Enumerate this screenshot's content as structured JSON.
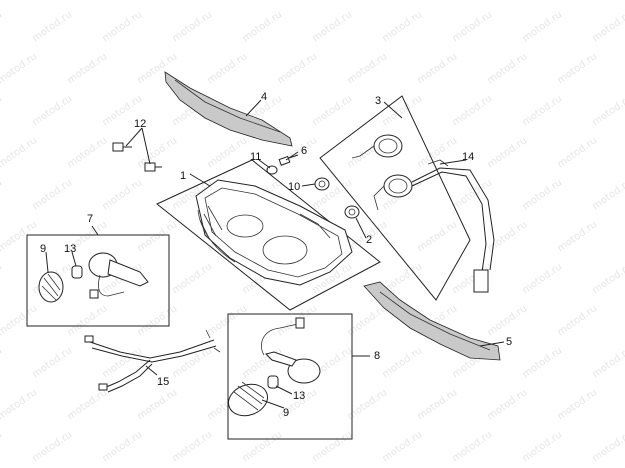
{
  "watermark": "motod.ru",
  "callouts": {
    "c1": "1",
    "c2": "2",
    "c3": "3",
    "c4": "4",
    "c5": "5",
    "c6": "6",
    "c7": "7",
    "c8": "8",
    "c9a": "9",
    "c9b": "9",
    "c10": "10",
    "c11": "11",
    "c12": "12",
    "c13a": "13",
    "c13b": "13",
    "c14": "14",
    "c15": "15"
  }
}
